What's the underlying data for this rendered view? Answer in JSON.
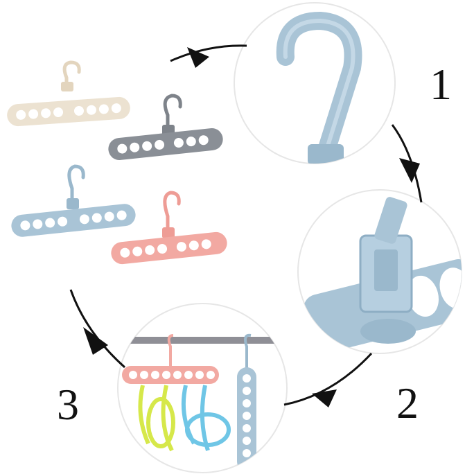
{
  "steps": {
    "one": "1",
    "two": "2",
    "three": "3"
  },
  "colors": {
    "beige": "#ece2d1",
    "gray": "#8a8f96",
    "blue": "#a9c4d6",
    "pink": "#f2a9a2",
    "rod": "#8f8f96",
    "green": "#d6e84a",
    "cyan": "#6fc6e6",
    "arrow": "#111111"
  }
}
